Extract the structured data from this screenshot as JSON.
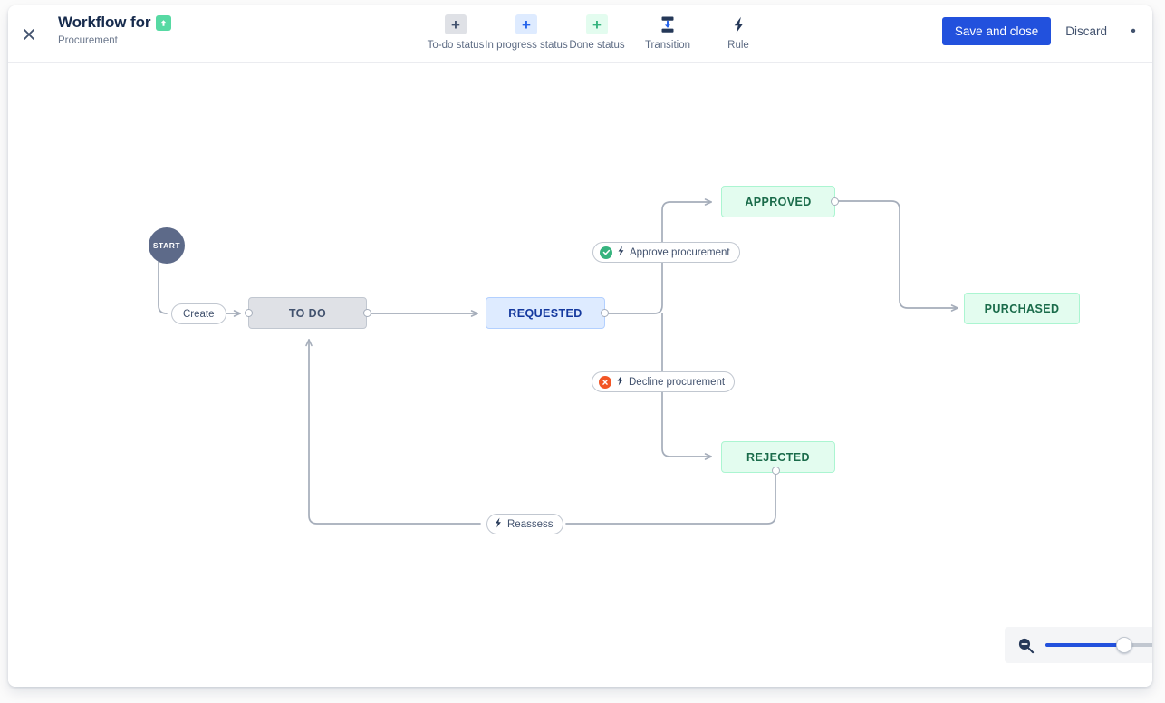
{
  "header": {
    "close_icon": "close-icon",
    "title": "Workflow for",
    "project_icon": "project-arrow-up-icon",
    "subtitle": "Procurement",
    "tools": [
      {
        "label": "To-do status",
        "glyph": "+",
        "icon": "add-todo-status-icon",
        "style": "g-todo"
      },
      {
        "label": "In progress status",
        "glyph": "+",
        "icon": "add-in-progress-status-icon",
        "style": "g-prog"
      },
      {
        "label": "Done status",
        "glyph": "+",
        "icon": "add-done-status-icon",
        "style": "g-done"
      },
      {
        "label": "Transition",
        "glyph": "",
        "icon": "transition-icon",
        "style": "g-plain"
      },
      {
        "label": "Rule",
        "glyph": "",
        "icon": "rule-lightning-icon",
        "style": "g-plain"
      }
    ],
    "save_label": "Save and close",
    "discard_label": "Discard",
    "more_label": "•",
    "primary_color": "#2251dd"
  },
  "canvas": {
    "start": {
      "label": "START",
      "color": "#5d6a89"
    },
    "nodes": [
      {
        "id": "todo",
        "label": "TO DO",
        "category": "node-todo"
      },
      {
        "id": "requested",
        "label": "REQUESTED",
        "category": "node-prog"
      },
      {
        "id": "approved",
        "label": "APPROVED",
        "category": "node-done"
      },
      {
        "id": "rejected",
        "label": "REJECTED",
        "category": "node-done"
      },
      {
        "id": "purchased",
        "label": "PURCHASED",
        "category": "node-done"
      }
    ],
    "transitions": [
      {
        "id": "create",
        "label": "Create",
        "badge": "none",
        "rule": false
      },
      {
        "id": "approve",
        "label": "Approve procurement",
        "badge": "badge-ok",
        "badge_icon": "check-circle-icon",
        "rule": true,
        "rule_icon": "rule-lightning-icon"
      },
      {
        "id": "decline",
        "label": "Decline procurement",
        "badge": "badge-no",
        "badge_icon": "cross-circle-icon",
        "rule": true,
        "rule_icon": "rule-lightning-icon"
      },
      {
        "id": "reassess",
        "label": "Reassess",
        "badge": "none",
        "rule": true,
        "rule_icon": "rule-lightning-icon"
      }
    ],
    "connector_color": "#a5adba"
  },
  "zoom_control": {
    "zoom_out_icon": "zoom-out-magnifier-icon",
    "value_percent": 58,
    "track_color": "#c1c7d0",
    "fill_color": "#2251dd"
  }
}
